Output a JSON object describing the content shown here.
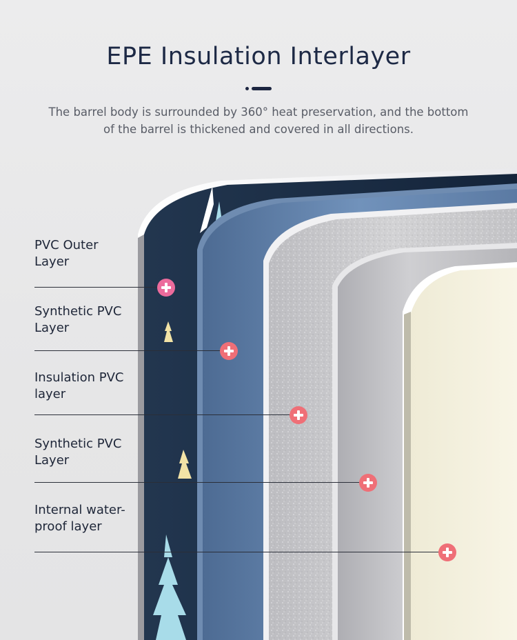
{
  "header": {
    "title": "EPE Insulation Interlayer",
    "subtitle": "The barrel body is surrounded by 360° heat preservation, and the bottom of the barrel is thickened and covered in all directions."
  },
  "layers": [
    {
      "label": "PVC Outer\nLayer",
      "marker_icon": "plus-icon",
      "marker_color": "#ec6b9c"
    },
    {
      "label": "Synthetic PVC\nLayer",
      "marker_icon": "plus-icon",
      "marker_color": "#ef6f77"
    },
    {
      "label": "Insulation PVC\nlayer",
      "marker_icon": "plus-icon",
      "marker_color": "#ef6f77"
    },
    {
      "label": "Synthetic PVC\nLayer",
      "marker_icon": "plus-icon",
      "marker_color": "#ef6f77"
    },
    {
      "label": "Internal water-\nproof layer",
      "marker_icon": "plus-icon",
      "marker_color": "#ef6f77"
    }
  ],
  "colors": {
    "outer_layer": "#1b2f48",
    "synthetic_layer": "#5f80aa",
    "insulation_layer": "#c8c8ca",
    "inner_layer": "#c0c0c3",
    "waterproof_layer": "#f4f1df"
  }
}
